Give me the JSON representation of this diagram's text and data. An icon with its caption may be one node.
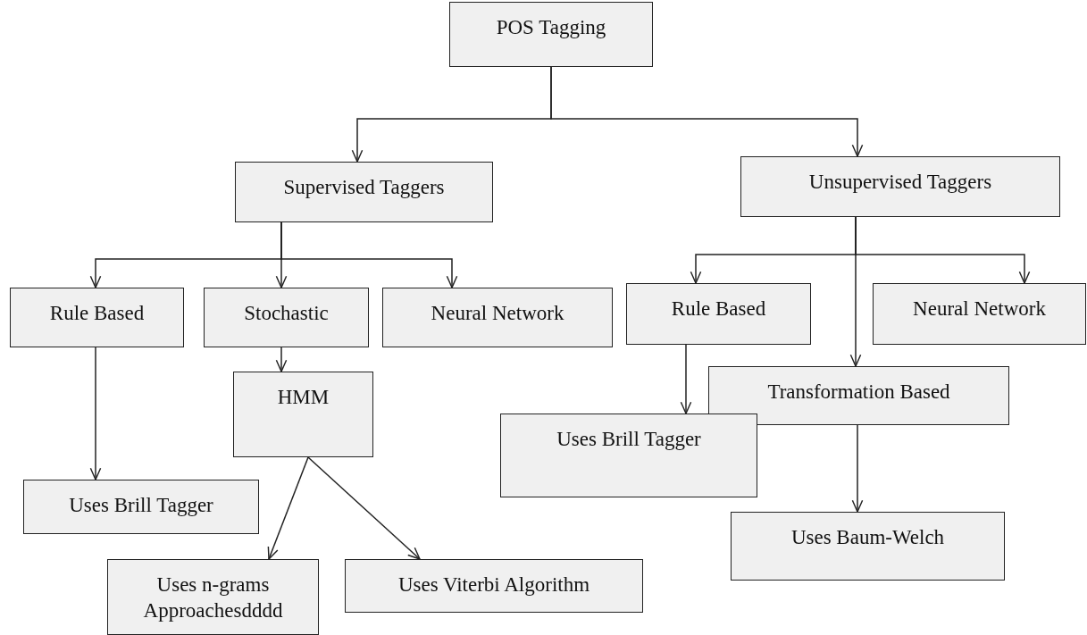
{
  "diagram": {
    "nodes": [
      {
        "text": [
          "POS Tagging"
        ]
      },
      {
        "text": [
          "Supervised Taggers"
        ]
      },
      {
        "text": [
          "Unsupervised Taggers"
        ]
      },
      {
        "text": [
          "Rule Based"
        ]
      },
      {
        "text": [
          "Stochastic"
        ]
      },
      {
        "text": [
          "Neural Network"
        ]
      },
      {
        "text": [
          "Rule Based"
        ]
      },
      {
        "text": [
          "Neural Network"
        ]
      },
      {
        "text": [
          "Transformation Based"
        ]
      },
      {
        "text": [
          "HMM"
        ]
      },
      {
        "text": [
          "Uses Brill Tagger"
        ]
      },
      {
        "text": [
          "Uses Brill Tagger"
        ]
      },
      {
        "text": [
          "Uses Baum-Welch"
        ]
      },
      {
        "text": [
          "Uses n-grams Approachesdddd"
        ]
      },
      {
        "text": [
          "Uses Viterbi Algorithm"
        ]
      }
    ],
    "edges": [
      {
        "from": 0,
        "to": 1,
        "arrow": "to"
      },
      {
        "from": 0,
        "to": 2,
        "arrow": "to"
      },
      {
        "from": 1,
        "to": 3,
        "arrow": "to"
      },
      {
        "from": 1,
        "to": 4,
        "arrow": "to"
      },
      {
        "from": 1,
        "to": 5,
        "arrow": "to"
      },
      {
        "from": 2,
        "to": 6,
        "arrow": "to"
      },
      {
        "from": 2,
        "to": 7,
        "arrow": "to"
      },
      {
        "from": 2,
        "to": 8,
        "arrow": "to"
      },
      {
        "from": 3,
        "to": 10,
        "arrow": "to"
      },
      {
        "from": 4,
        "to": 9,
        "arrow": "to"
      },
      {
        "from": 9,
        "to": 13,
        "arrow": "to"
      },
      {
        "from": 9,
        "to": 14,
        "arrow": "to"
      },
      {
        "from": 6,
        "to": 11,
        "arrow": "to"
      },
      {
        "from": 8,
        "to": 12,
        "arrow": "to"
      }
    ]
  }
}
